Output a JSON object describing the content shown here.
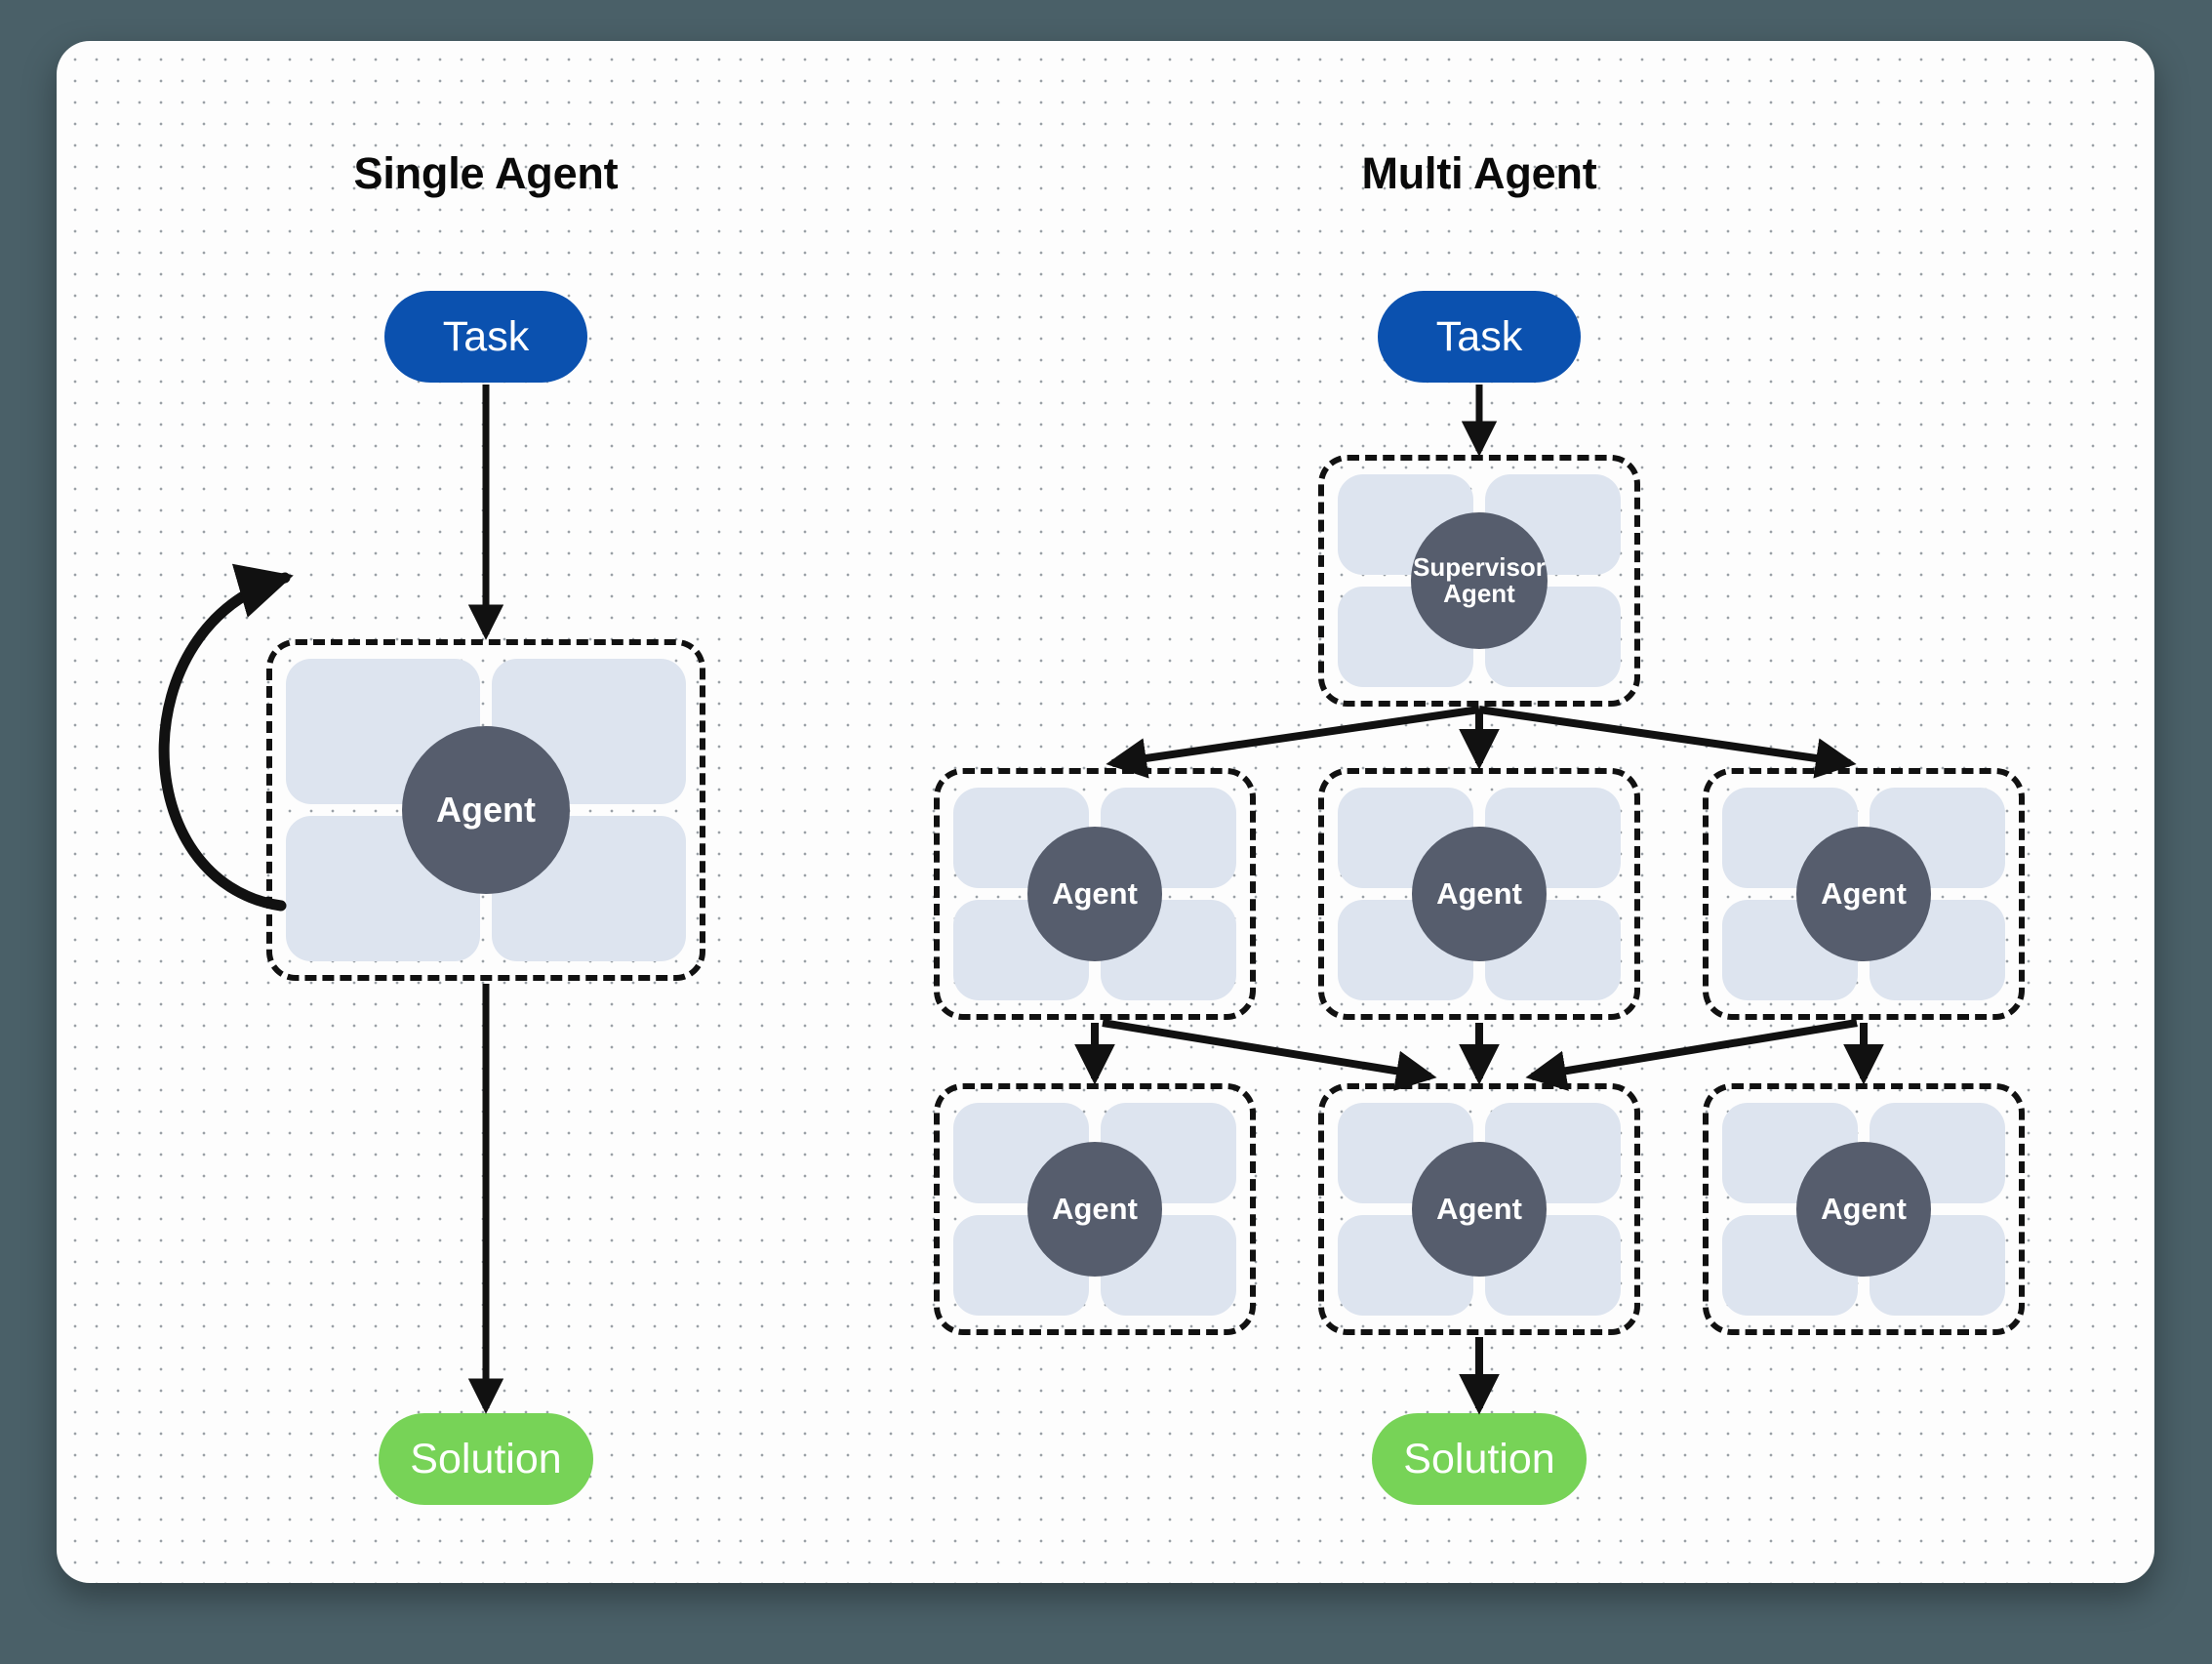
{
  "meta": {
    "background_color": "#4a6068",
    "canvas_color": "#fdfdfd",
    "accent_blue": "#0b51af",
    "accent_green": "#77d357",
    "agent_core_color": "#565d6d",
    "agent_tile_color": "#dde4ef",
    "border_color": "#111111"
  },
  "columns": {
    "single": {
      "title": "Single Agent",
      "task_label": "Task",
      "agent_label": "Agent",
      "solution_label": "Solution"
    },
    "multi": {
      "title": "Multi Agent",
      "task_label": "Task",
      "supervisor_label_line1": "Supervisor",
      "supervisor_label_line2": "Agent",
      "solution_label": "Solution",
      "agents_row1": [
        {
          "label": "Agent"
        },
        {
          "label": "Agent"
        },
        {
          "label": "Agent"
        }
      ],
      "agents_row2": [
        {
          "label": "Agent"
        },
        {
          "label": "Agent"
        },
        {
          "label": "Agent"
        }
      ]
    }
  },
  "chart_data": {
    "type": "diagram",
    "title": "Single Agent vs Multi Agent architectures",
    "nodes": [
      {
        "id": "s-task",
        "label": "Task",
        "shape": "pill",
        "color": "#0b51af",
        "column": "single"
      },
      {
        "id": "s-agent",
        "label": "Agent",
        "shape": "agent-card",
        "column": "single"
      },
      {
        "id": "s-solution",
        "label": "Solution",
        "shape": "pill",
        "color": "#77d357",
        "column": "single"
      },
      {
        "id": "m-task",
        "label": "Task",
        "shape": "pill",
        "color": "#0b51af",
        "column": "multi"
      },
      {
        "id": "m-supervisor",
        "label": "Supervisor Agent",
        "shape": "agent-card",
        "column": "multi"
      },
      {
        "id": "m-a1",
        "label": "Agent",
        "shape": "agent-card",
        "column": "multi",
        "row": 1
      },
      {
        "id": "m-a2",
        "label": "Agent",
        "shape": "agent-card",
        "column": "multi",
        "row": 1
      },
      {
        "id": "m-a3",
        "label": "Agent",
        "shape": "agent-card",
        "column": "multi",
        "row": 1
      },
      {
        "id": "m-b1",
        "label": "Agent",
        "shape": "agent-card",
        "column": "multi",
        "row": 2
      },
      {
        "id": "m-b2",
        "label": "Agent",
        "shape": "agent-card",
        "column": "multi",
        "row": 2
      },
      {
        "id": "m-b3",
        "label": "Agent",
        "shape": "agent-card",
        "column": "multi",
        "row": 2
      },
      {
        "id": "m-solution",
        "label": "Solution",
        "shape": "pill",
        "color": "#77d357",
        "column": "multi"
      }
    ],
    "edges": [
      {
        "from": "s-task",
        "to": "s-agent",
        "style": "straight-arrow"
      },
      {
        "from": "s-agent",
        "to": "s-agent",
        "style": "curved-self-loop"
      },
      {
        "from": "s-agent",
        "to": "s-solution",
        "style": "straight-arrow"
      },
      {
        "from": "m-task",
        "to": "m-supervisor",
        "style": "straight-arrow"
      },
      {
        "from": "m-supervisor",
        "to": "m-a1",
        "style": "straight-arrow"
      },
      {
        "from": "m-supervisor",
        "to": "m-a2",
        "style": "straight-arrow"
      },
      {
        "from": "m-supervisor",
        "to": "m-a3",
        "style": "straight-arrow"
      },
      {
        "from": "m-a1",
        "to": "m-b1",
        "style": "straight-arrow"
      },
      {
        "from": "m-a1",
        "to": "m-b2",
        "style": "straight-arrow"
      },
      {
        "from": "m-a2",
        "to": "m-b2",
        "style": "straight-arrow"
      },
      {
        "from": "m-a3",
        "to": "m-b2",
        "style": "straight-arrow"
      },
      {
        "from": "m-a3",
        "to": "m-b3",
        "style": "straight-arrow"
      },
      {
        "from": "m-b2",
        "to": "m-solution",
        "style": "straight-arrow"
      }
    ]
  }
}
